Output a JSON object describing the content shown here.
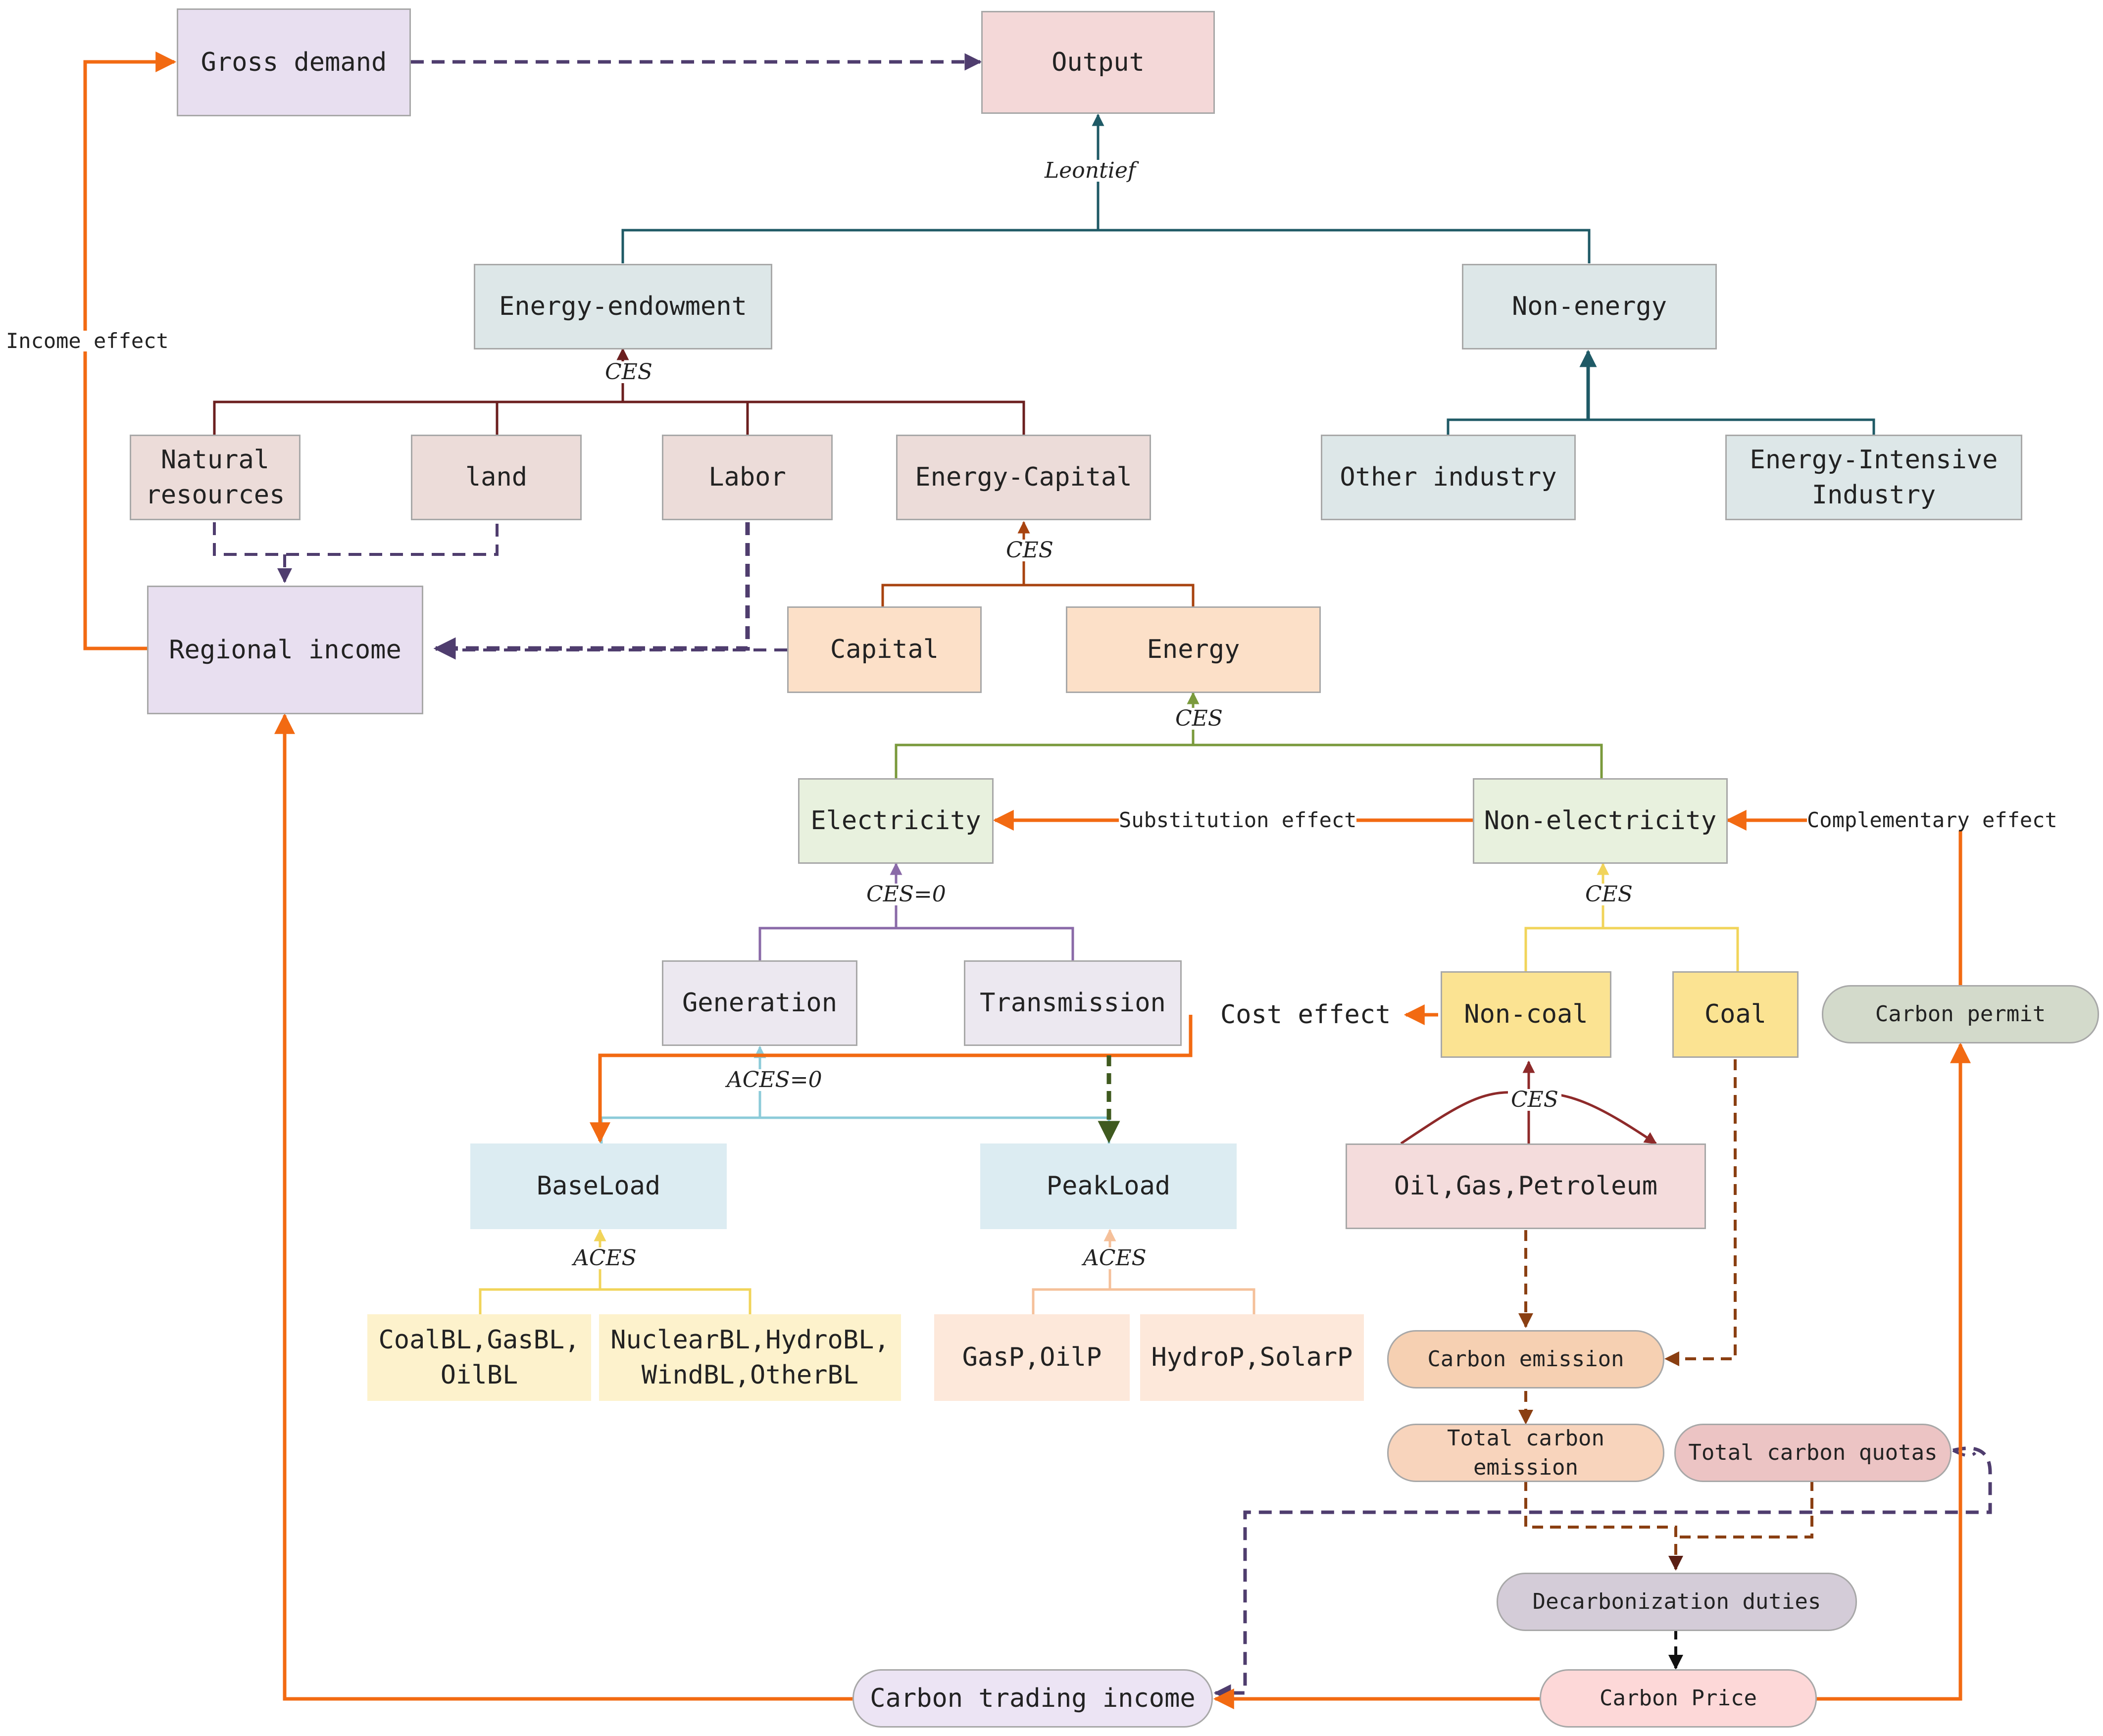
{
  "colors": {
    "orange_arrow": "#f26a12",
    "purple_dashed": "#4f3d6e",
    "leontief": "#1f5a66",
    "ces_brown": "#6b1f1f",
    "ces_orange": "#a8430f",
    "ces_green": "#7a9a3c",
    "ces_purple": "#8a6aa8",
    "aces_blue": "#8ccbd9",
    "aces_yellow": "#f1d45a",
    "aces_peach": "#f5c09a",
    "ces_yellow": "#f1d45a",
    "ces_red": "#8e2a2a",
    "dashed_brown": "#8a3f12"
  },
  "nodes": {
    "gross_demand": "Gross demand",
    "output": "Output",
    "energy_endowment": "Energy-endowment",
    "non_energy": "Non-energy",
    "natural_resources": "Natural\nresources",
    "land": "land",
    "labor": "Labor",
    "energy_capital": "Energy-Capital",
    "other_industry": "Other industry",
    "energy_intensive_industry": "Energy-Intensive\nIndustry",
    "regional_income": "Regional income",
    "capital": "Capital",
    "energy": "Energy",
    "electricity": "Electricity",
    "non_electricity": "Non-electricity",
    "generation": "Generation",
    "transmission": "Transmission",
    "non_coal": "Non-coal",
    "coal": "Coal",
    "carbon_permit": "Carbon permit",
    "baseload": "BaseLoad",
    "peakload": "PeakLoad",
    "oil_gas_petroleum": "Oil,Gas,Petroleum",
    "coal_gas_oil_bl": "CoalBL,GasBL,\nOilBL",
    "nuclear_hydro_wind_other_bl": "NuclearBL,HydroBL,\nWindBL,OtherBL",
    "gas_oil_p": "GasP,OilP",
    "hydro_solar_p": "HydroP,SolarP",
    "carbon_emission": "Carbon emission",
    "total_carbon_emission": "Total carbon emission",
    "total_carbon_quotas": "Total carbon quotas",
    "decarbonization_duties": "Decarbonization duties",
    "carbon_price": "Carbon Price",
    "carbon_trading_income": "Carbon trading income"
  },
  "functions": {
    "leontief": "Leontief",
    "ces": "CES",
    "ces_zero": "CES=0",
    "aces_zero": "ACES=0",
    "aces": "ACES"
  },
  "effects": {
    "income_effect": "Income effect",
    "substitution_effect": "Substitution effect",
    "complementary_effect": "Complementary effect",
    "cost_effect": "Cost effect"
  }
}
